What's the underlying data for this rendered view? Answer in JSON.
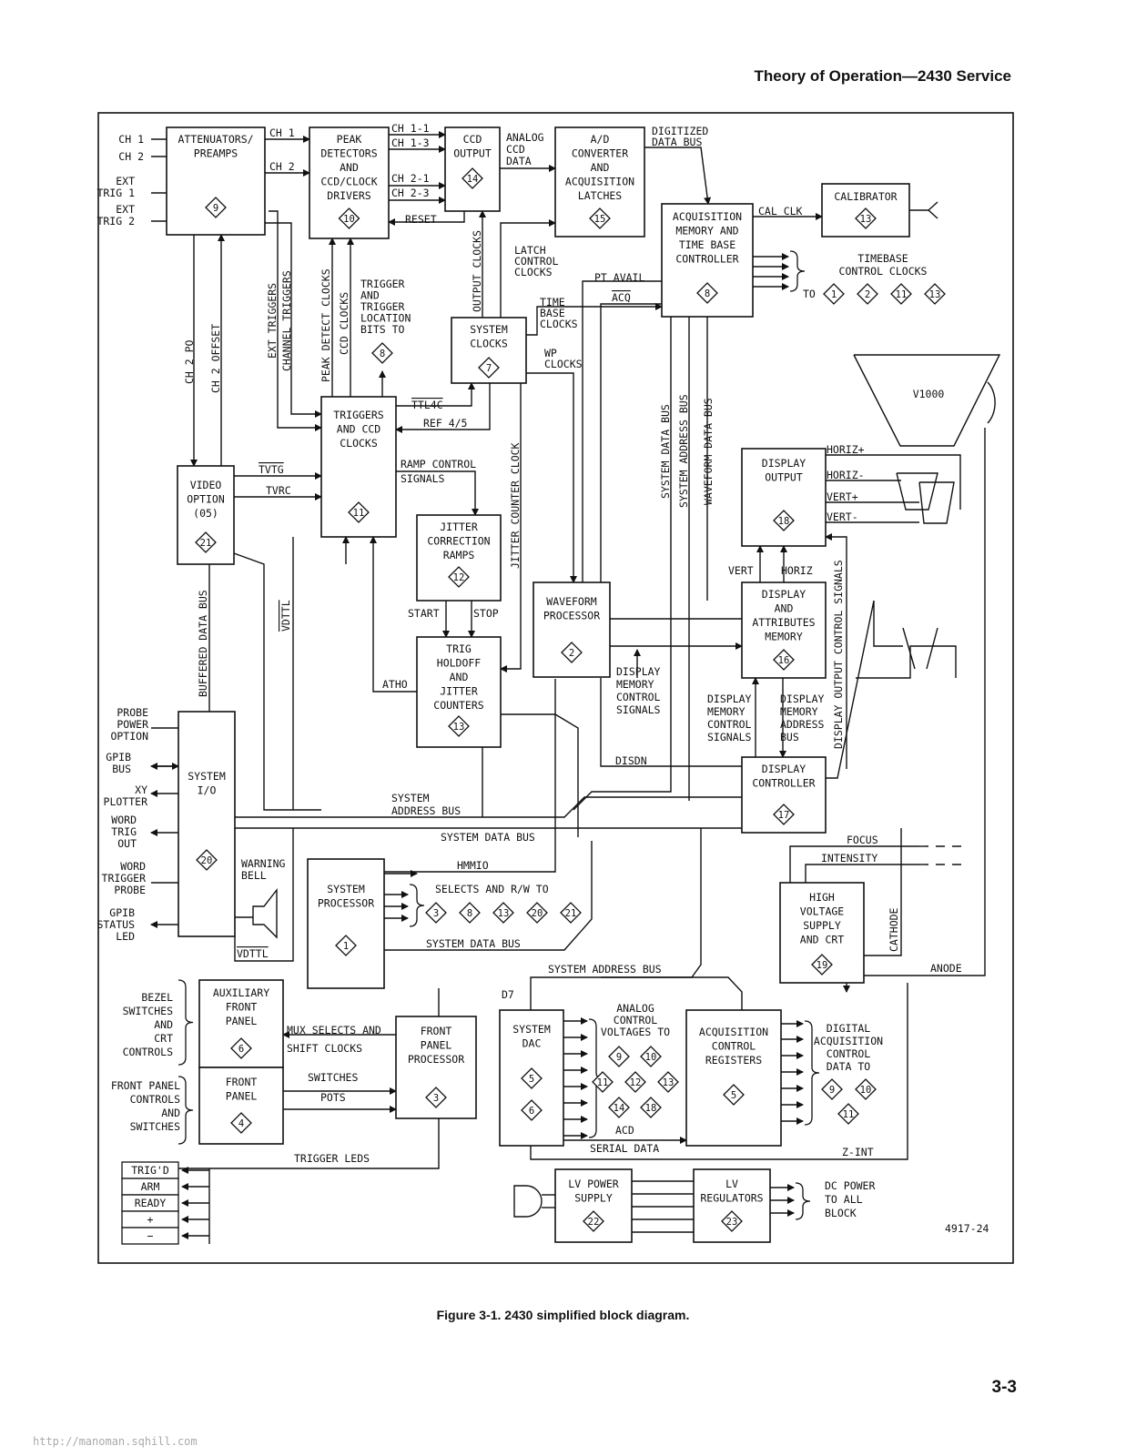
{
  "header": "Theory of Operation—2430 Service",
  "caption": "Figure 3-1.  2430 simplified block diagram.",
  "page_number": "3-3",
  "figure_number": "4917-24",
  "watermark": "http://manoman.sqhill.com",
  "blocks": {
    "attenuators": {
      "lines": [
        "ATTENUATORS/",
        "PREAMPS"
      ],
      "num": "9"
    },
    "peak": {
      "lines": [
        "PEAK",
        "DETECTORS",
        "AND",
        "CCD/CLOCK",
        "DRIVERS"
      ],
      "num": "10"
    },
    "ccd": {
      "lines": [
        "CCD",
        "OUTPUT"
      ],
      "num": "14"
    },
    "adc": {
      "lines": [
        "A/D",
        "CONVERTER",
        "AND",
        "ACQUISITION",
        "LATCHES"
      ],
      "num": "15"
    },
    "calibrator": {
      "lines": [
        "CALIBRATOR"
      ],
      "num": "13"
    },
    "acqmem": {
      "lines": [
        "ACQUISITION",
        "MEMORY AND",
        "TIME BASE",
        "CONTROLLER"
      ],
      "num": "8"
    },
    "sysclk": {
      "lines": [
        "SYSTEM",
        "CLOCKS"
      ],
      "num": "7"
    },
    "triggers": {
      "lines": [
        "TRIGGERS",
        "AND CCD",
        "CLOCKS"
      ],
      "num": "11"
    },
    "video": {
      "lines": [
        "VIDEO",
        "OPTION",
        "(05)"
      ],
      "num": "21"
    },
    "jitter": {
      "lines": [
        "JITTER",
        "CORRECTION",
        "RAMPS"
      ],
      "num": "12"
    },
    "holdoff": {
      "lines": [
        "TRIG",
        "HOLDOFF",
        "AND",
        "JITTER",
        "COUNTERS"
      ],
      "num": "13"
    },
    "wfproc": {
      "lines": [
        "WAVEFORM",
        "PROCESSOR"
      ],
      "num": "2"
    },
    "dispout": {
      "lines": [
        "DISPLAY",
        "OUTPUT"
      ],
      "num": "18"
    },
    "dispmem": {
      "lines": [
        "DISPLAY",
        "AND",
        "ATTRIBUTES",
        "MEMORY"
      ],
      "num": "16"
    },
    "dispctl": {
      "lines": [
        "DISPLAY",
        "CONTROLLER"
      ],
      "num": "17"
    },
    "sysio": {
      "lines": [
        "SYSTEM",
        "I/O"
      ],
      "num": "20"
    },
    "sysproc": {
      "lines": [
        "SYSTEM",
        "PROCESSOR"
      ],
      "num": "1"
    },
    "hv": {
      "lines": [
        "HIGH",
        "VOLTAGE",
        "SUPPLY",
        "AND CRT"
      ],
      "num": "19"
    },
    "auxfp": {
      "lines": [
        "AUXILIARY",
        "FRONT",
        "PANEL"
      ],
      "num": "6"
    },
    "fp": {
      "lines": [
        "FRONT",
        "PANEL"
      ],
      "num": "4"
    },
    "fpproc": {
      "lines": [
        "FRONT",
        "PANEL",
        "PROCESSOR"
      ],
      "num": "3"
    },
    "sysdac": {
      "lines": [
        "SYSTEM",
        "DAC"
      ],
      "nums": [
        "5",
        "6"
      ]
    },
    "acqreg": {
      "lines": [
        "ACQUISITION",
        "CONTROL",
        "REGISTERS"
      ],
      "num": "5"
    },
    "lvps": {
      "lines": [
        "LV POWER",
        "SUPPLY"
      ],
      "num": "22"
    },
    "lvreg": {
      "lines": [
        "LV",
        "REGULATORS"
      ],
      "num": "23"
    }
  },
  "inputs": {
    "ch1": "CH 1",
    "ch2": "CH 2",
    "ext1": [
      "EXT",
      "TRIG 1"
    ],
    "ext2": [
      "EXT",
      "TRIG 2"
    ],
    "probe": [
      "PROBE",
      "POWER",
      "OPTION"
    ],
    "gpib": [
      "GPIB",
      "BUS"
    ],
    "xy": [
      "XY",
      "PLOTTER"
    ],
    "wordout": [
      "WORD",
      "TRIG",
      "OUT"
    ],
    "wordprobe": [
      "WORD",
      "TRIGGER",
      "PROBE"
    ],
    "gpibled": [
      "GPIB",
      "STATUS",
      "LED"
    ],
    "bezel": [
      "BEZEL",
      "SWITCHES",
      "AND",
      "CRT",
      "CONTROLS"
    ],
    "fpctl": [
      "FRONT PANEL",
      "CONTROLS",
      "AND",
      "SWITCHES"
    ]
  },
  "signals": {
    "ch1": "CH 1",
    "ch2": "CH 2",
    "ch11": "CH 1-1",
    "ch13": "CH 1-3",
    "ch21": "CH 2-1",
    "ch23": "CH 2-3",
    "analog": [
      "ANALOG",
      "CCD",
      "DATA"
    ],
    "digbus": [
      "DIGITIZED",
      "DATA BUS"
    ],
    "calclk": "CAL CLK",
    "reset": "RESET",
    "latch": [
      "LATCH",
      "CONTROL",
      "CLOCKS"
    ],
    "outclk": "OUTPUT CLOCKS",
    "ptavail": "PT AVAIL",
    "acq": "ACQ",
    "tb": [
      "TIME",
      "BASE",
      "CLOCKS"
    ],
    "wp": [
      "WP",
      "CLOCKS"
    ],
    "tbctl": [
      "TIMEBASE",
      "CONTROL CLOCKS"
    ],
    "to": "TO",
    "tb_nums": [
      "1",
      "2",
      "11",
      "13"
    ],
    "v1000": "V1000",
    "horizp": "HORIZ+",
    "horizm": "HORIZ-",
    "vertp": "VERT+",
    "vertm": "VERT-",
    "vert": "VERT",
    "horiz": "HORIZ",
    "trigloc": [
      "TRIGGER",
      "AND",
      "TRIGGER",
      "LOCATION",
      "BITS TO"
    ],
    "trigloc_num": "8",
    "ttl4c": "TTL4C",
    "ref": "REF 4/5",
    "ramp": [
      "RAMP CONTROL",
      "SIGNALS"
    ],
    "jcc": "JITTER COUNTER CLOCK",
    "tvtg": "TVTG",
    "tvrc": "TVRC",
    "start": "START",
    "stop": "STOP",
    "atho": "ATHO",
    "vdttl": "VDTTL",
    "bdb": "BUFFERED DATA BUS",
    "ch2po": "CH 2 PO",
    "ch2off": "CH 2 OFFSET",
    "exttrig": "EXT TRIGGERS",
    "chtrig": "CHANNEL TRIGGERS",
    "pdc": "PEAK DETECT CLOCKS",
    "ccdclk": "CCD CLOCKS",
    "sdb": "SYSTEM DATA BUS",
    "sab": "SYSTEM ADDRESS BUS",
    "wdb": "WAVEFORM DATA BUS",
    "dmcs": [
      "DISPLAY",
      "MEMORY",
      "CONTROL",
      "SIGNALS"
    ],
    "dmab": [
      "DISPLAY",
      "MEMORY",
      "ADDRESS",
      "BUS"
    ],
    "docs": "DISPLAY OUTPUT CONTROL SIGNALS",
    "disdn": "DISDN",
    "sysaddr": [
      "SYSTEM",
      "ADDRESS BUS"
    ],
    "sysdata1": "SYSTEM DATA BUS",
    "hmmio": "HMMIO",
    "selects": "SELECTS AND R/W TO",
    "sel_nums": [
      "3",
      "8",
      "13",
      "20",
      "21"
    ],
    "sysdata2": "SYSTEM DATA BUS",
    "sysaddr2": "SYSTEM ADDRESS BUS",
    "focus": "FOCUS",
    "intensity": "INTENSITY",
    "cathode": "CATHODE",
    "anode": "ANODE",
    "warning": [
      "WARNING",
      "BELL"
    ],
    "vdttl2": "VDTTL",
    "d7": "D7",
    "mux": [
      "MUX SELECTS AND",
      "SHIFT CLOCKS"
    ],
    "switches": "SWITCHES",
    "pots": "POTS",
    "acv": [
      "ANALOG",
      "CONTROL",
      "VOLTAGES TO"
    ],
    "acv_nums": [
      "9",
      "10",
      "11",
      "12",
      "13",
      "14",
      "18"
    ],
    "dacd": [
      "DIGITAL",
      "ACQUISITION",
      "CONTROL",
      "DATA TO"
    ],
    "dacd_nums": [
      "9",
      "10",
      "11"
    ],
    "acd": "ACD",
    "serial": "SERIAL DATA",
    "zint": "Z-INT",
    "trigleds": "TRIGGER LEDS",
    "leds": [
      "TRIG'D",
      "ARM",
      "READY",
      "+",
      "−"
    ],
    "dcpower": [
      "DC POWER",
      "TO ALL",
      "BLOCK"
    ]
  }
}
